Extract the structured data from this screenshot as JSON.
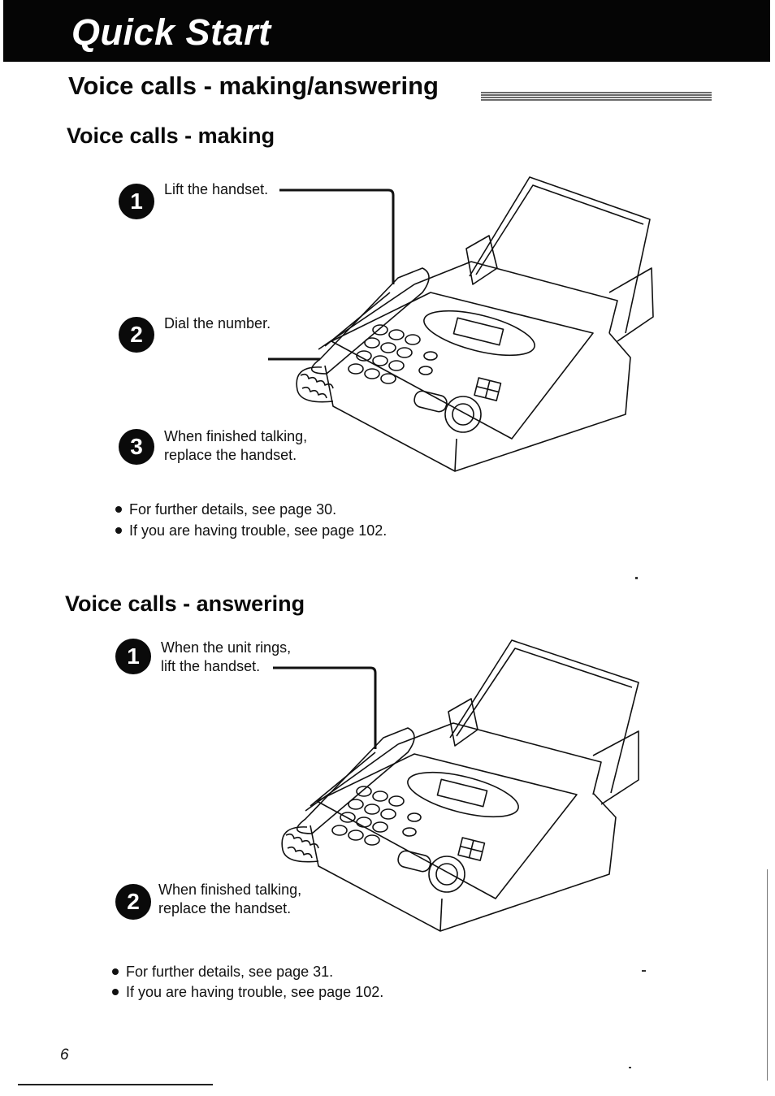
{
  "banner": {
    "title": "Quick Start"
  },
  "main_heading": "Voice calls - making/answering",
  "making": {
    "heading": "Voice calls - making",
    "steps": [
      {
        "number": "1",
        "text": "Lift the handset."
      },
      {
        "number": "2",
        "text": "Dial the number."
      },
      {
        "number": "3",
        "line1": "When finished talking,",
        "line2": "replace the handset."
      }
    ],
    "notes": [
      "For further details, see page 30.",
      "If you are having trouble, see page 102."
    ]
  },
  "answering": {
    "heading": "Voice calls - answering",
    "steps": [
      {
        "number": "1",
        "line1": "When the unit rings,",
        "line2": "lift the handset."
      },
      {
        "number": "2",
        "line1": "When finished talking,",
        "line2": "replace the handset."
      }
    ],
    "notes": [
      "For further details, see page 31.",
      "If you are having trouble, see page 102."
    ]
  },
  "page_number": "6",
  "icons": {
    "step_marker": "filled-circle-number",
    "illustration": "fax-machine-with-handset"
  }
}
